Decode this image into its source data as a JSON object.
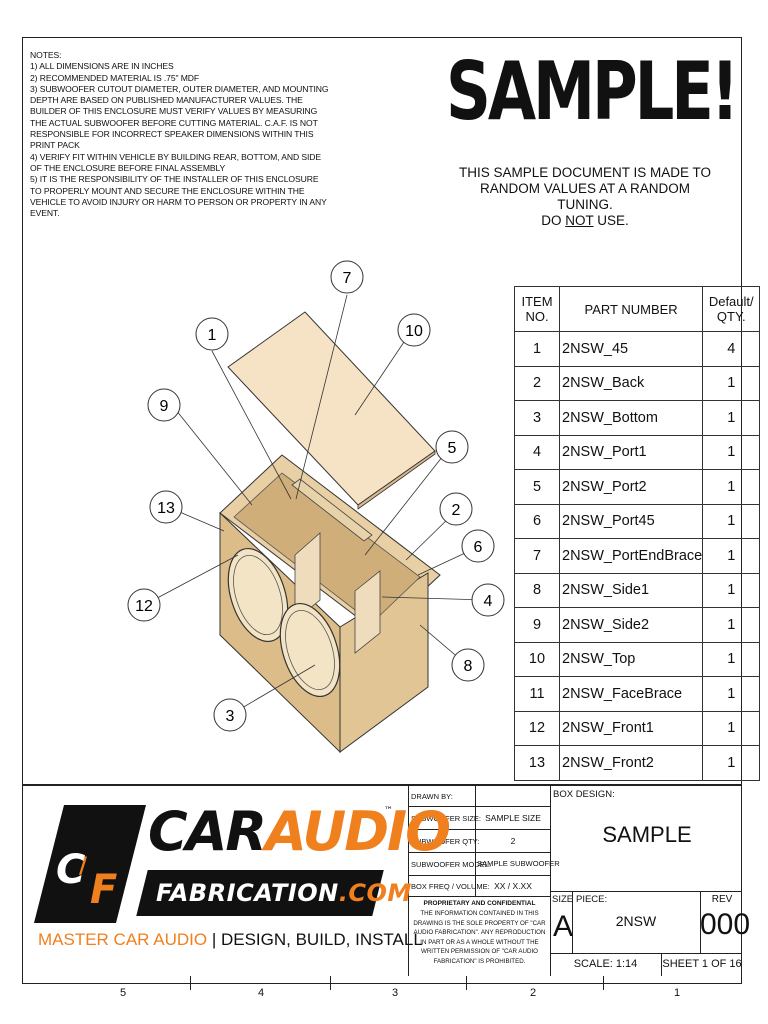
{
  "notes": {
    "heading": "NOTES:",
    "lines": [
      "1) ALL DIMENSIONS ARE IN INCHES",
      "2) RECOMMENDED MATERIAL IS .75\" MDF",
      "3) SUBWOOFER CUTOUT DIAMETER, OUTER DIAMETER, AND MOUNTING DEPTH ARE BASED ON PUBLISHED MANUFACTURER VALUES. THE BUILDER OF THIS ENCLOSURE MUST VERIFY VALUES BY MEASURING THE ACTUAL SUBWOOFER BEFORE CUTTING MATERIAL. C.A.F. IS NOT RESPONSIBLE FOR INCORRECT SPEAKER DIMENSIONS WITHIN THIS PRINT PACK",
      "4) VERIFY FIT WITHIN VEHICLE BY BUILDING REAR, BOTTOM, AND SIDE OF THE ENCLOSURE BEFORE FINAL ASSEMBLY",
      "5) IT IS THE RESPONSIBILITY OF THE INSTALLER OF THIS ENCLOSURE TO PROPERLY MOUNT AND SECURE THE ENCLOSURE WITHIN THE VEHICLE TO AVOID INJURY OR HARM TO PERSON OR PROPERTY IN ANY EVENT."
    ]
  },
  "sample": {
    "title": "SAMPLE!",
    "line1": "THIS SAMPLE DOCUMENT IS MADE TO",
    "line2": "RANDOM VALUES AT A RANDOM TUNING.",
    "line3_pre": "DO ",
    "line3_not": "NOT",
    "line3_post": " USE."
  },
  "bom": {
    "headers": {
      "item_line1": "ITEM",
      "item_line2": "NO.",
      "part": "PART NUMBER",
      "qty_line1": "Default/",
      "qty_line2": "QTY."
    },
    "rows": [
      {
        "no": "1",
        "part": "2NSW_45",
        "qty": "4"
      },
      {
        "no": "2",
        "part": "2NSW_Back",
        "qty": "1"
      },
      {
        "no": "3",
        "part": "2NSW_Bottom",
        "qty": "1"
      },
      {
        "no": "4",
        "part": "2NSW_Port1",
        "qty": "1"
      },
      {
        "no": "5",
        "part": "2NSW_Port2",
        "qty": "1"
      },
      {
        "no": "6",
        "part": "2NSW_Port45",
        "qty": "1"
      },
      {
        "no": "7",
        "part": "2NSW_PortEndBrace",
        "qty": "1"
      },
      {
        "no": "8",
        "part": "2NSW_Side1",
        "qty": "1"
      },
      {
        "no": "9",
        "part": "2NSW_Side2",
        "qty": "1"
      },
      {
        "no": "10",
        "part": "2NSW_Top",
        "qty": "1"
      },
      {
        "no": "11",
        "part": "2NSW_FaceBrace",
        "qty": "1"
      },
      {
        "no": "12",
        "part": "2NSW_Front1",
        "qty": "1"
      },
      {
        "no": "13",
        "part": "2NSW_Front2",
        "qty": "1"
      }
    ]
  },
  "balloons": [
    "7",
    "1",
    "10",
    "9",
    "5",
    "13",
    "2",
    "6",
    "12",
    "4",
    "8",
    "3"
  ],
  "titleblock": {
    "drawn_by_label": "DRAWN BY:",
    "drawn_by_value": "",
    "sub_size_label": "SUBWOOFER SIZE:",
    "sub_size_value": "SAMPLE SIZE",
    "sub_qty_label": "SUBWOOFER QTY:",
    "sub_qty_value": "2",
    "sub_model_label": "SUBWOOFER MODEL:",
    "sub_model_value": "SAMPLE SUBWOOFER",
    "box_freq_label": "BOX FREQ / VOLUME:",
    "box_freq_value": "XX / X.XX",
    "prop_title": "PROPRIETARY AND CONFIDENTIAL",
    "prop_text": "THE INFORMATION CONTAINED IN THIS DRAWING IS THE SOLE PROPERTY OF \"CAR AUDIO FABRICATION\". ANY REPRODUCTION IN PART OR AS A WHOLE WITHOUT THE WRITTEN PERMISSION OF \"CAR AUDIO FABRICATION\" IS PROHIBITED.",
    "box_design_label": "BOX DESIGN:",
    "box_design_value": "SAMPLE",
    "size_label": "SIZE",
    "size_value": "A",
    "piece_label": "PIECE:",
    "piece_value": "2NSW",
    "rev_label": "REV",
    "rev_value": "000",
    "scale": "SCALE: 1:14",
    "sheet": "SHEET 1 OF 16"
  },
  "logo": {
    "mark": "CAF",
    "car": "CAR",
    "audio": "AUDIO",
    "tm": "™",
    "fabrication": "FABRICATION",
    "dotcom": ".COM",
    "tagline_orange": "MASTER CAR AUDIO",
    "tagline_rest": " | DESIGN, BUILD, INSTALL",
    "orange": "#f07f1e",
    "black": "#111111"
  },
  "ruler": [
    "5",
    "4",
    "3",
    "2",
    "1"
  ]
}
